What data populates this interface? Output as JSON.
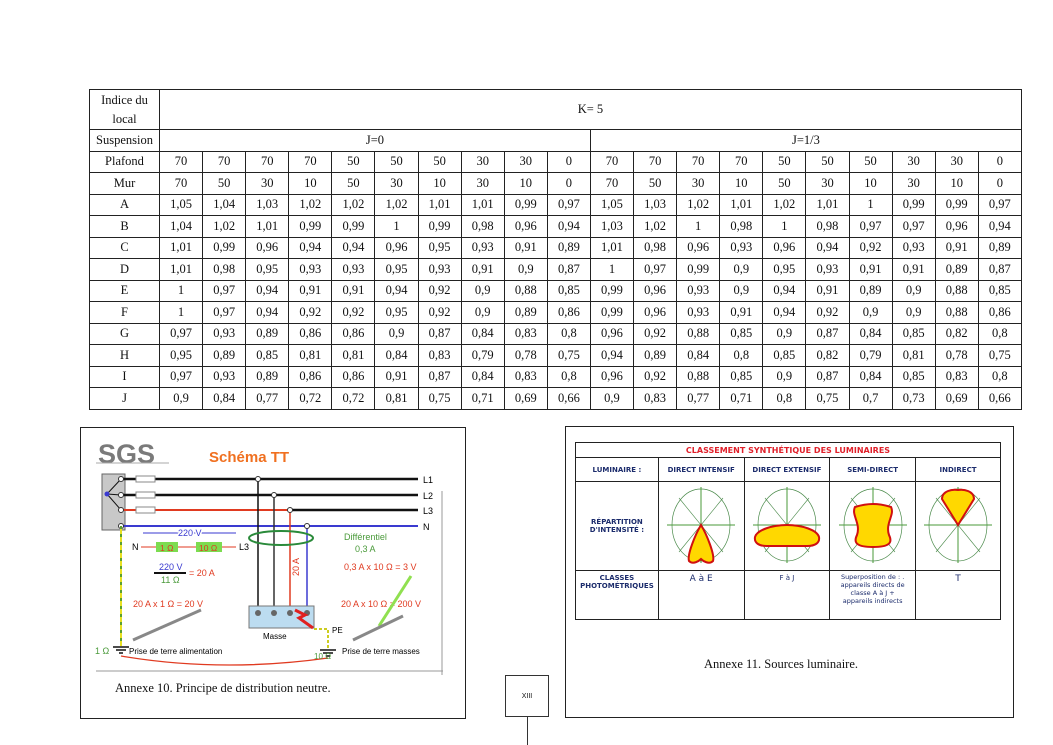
{
  "table": {
    "header_label": "Indice du local",
    "k_label": "K= 5",
    "suspension_label": "Suspension",
    "j0_label": "J=0",
    "j13_label": "J=1/3",
    "plafond_label": "Plafond",
    "mur_label": "Mur",
    "plafond": [
      "70",
      "70",
      "70",
      "70",
      "50",
      "50",
      "50",
      "30",
      "30",
      "0",
      "70",
      "70",
      "70",
      "70",
      "50",
      "50",
      "50",
      "30",
      "30",
      "0"
    ],
    "mur": [
      "70",
      "50",
      "30",
      "10",
      "50",
      "30",
      "10",
      "30",
      "10",
      "0",
      "70",
      "50",
      "30",
      "10",
      "50",
      "30",
      "10",
      "30",
      "10",
      "0"
    ],
    "rows": [
      {
        "label": "A",
        "values": [
          "1,05",
          "1,04",
          "1,03",
          "1,02",
          "1,02",
          "1,02",
          "1,01",
          "1,01",
          "0,99",
          "0,97",
          "1,05",
          "1,03",
          "1,02",
          "1,01",
          "1,02",
          "1,01",
          "1",
          "0,99",
          "0,99",
          "0,97"
        ]
      },
      {
        "label": "B",
        "values": [
          "1,04",
          "1,02",
          "1,01",
          "0,99",
          "0,99",
          "1",
          "0,99",
          "0,98",
          "0,96",
          "0,94",
          "1,03",
          "1,02",
          "1",
          "0,98",
          "1",
          "0,98",
          "0,97",
          "0,97",
          "0,96",
          "0,94"
        ]
      },
      {
        "label": "C",
        "values": [
          "1,01",
          "0,99",
          "0,96",
          "0,94",
          "0,94",
          "0,96",
          "0,95",
          "0,93",
          "0,91",
          "0,89",
          "1,01",
          "0,98",
          "0,96",
          "0,93",
          "0,96",
          "0,94",
          "0,92",
          "0,93",
          "0,91",
          "0,89"
        ]
      },
      {
        "label": "D",
        "values": [
          "1,01",
          "0,98",
          "0,95",
          "0,93",
          "0,93",
          "0,95",
          "0,93",
          "0,91",
          "0,9",
          "0,87",
          "1",
          "0,97",
          "0,99",
          "0,9",
          "0,95",
          "0,93",
          "0,91",
          "0,91",
          "0,89",
          "0,87"
        ]
      },
      {
        "label": "E",
        "values": [
          "1",
          "0,97",
          "0,94",
          "0,91",
          "0,91",
          "0,94",
          "0,92",
          "0,9",
          "0,88",
          "0,85",
          "0,99",
          "0,96",
          "0,93",
          "0,9",
          "0,94",
          "0,91",
          "0,89",
          "0,9",
          "0,88",
          "0,85"
        ]
      },
      {
        "label": "F",
        "values": [
          "1",
          "0,97",
          "0,94",
          "0,92",
          "0,92",
          "0,95",
          "0,92",
          "0,9",
          "0,89",
          "0,86",
          "0,99",
          "0,96",
          "0,93",
          "0,91",
          "0,94",
          "0,92",
          "0,9",
          "0,9",
          "0,88",
          "0,86"
        ]
      },
      {
        "label": "G",
        "values": [
          "0,97",
          "0,93",
          "0,89",
          "0,86",
          "0,86",
          "0,9",
          "0,87",
          "0,84",
          "0,83",
          "0,8",
          "0,96",
          "0,92",
          "0,88",
          "0,85",
          "0,9",
          "0,87",
          "0,84",
          "0,85",
          "0,82",
          "0,8"
        ]
      },
      {
        "label": "H",
        "values": [
          "0,95",
          "0,89",
          "0,85",
          "0,81",
          "0,81",
          "0,84",
          "0,83",
          "0,79",
          "0,78",
          "0,75",
          "0,94",
          "0,89",
          "0,84",
          "0,8",
          "0,85",
          "0,82",
          "0,79",
          "0,81",
          "0,78",
          "0,75"
        ]
      },
      {
        "label": "I",
        "values": [
          "0,97",
          "0,93",
          "0,89",
          "0,86",
          "0,86",
          "0,91",
          "0,87",
          "0,84",
          "0,83",
          "0,8",
          "0,96",
          "0,92",
          "0,88",
          "0,85",
          "0,9",
          "0,87",
          "0,84",
          "0,85",
          "0,83",
          "0,8"
        ]
      },
      {
        "label": "J",
        "values": [
          "0,9",
          "0,84",
          "0,77",
          "0,72",
          "0,72",
          "0,81",
          "0,75",
          "0,71",
          "0,69",
          "0,66",
          "0,9",
          "0,83",
          "0,77",
          "0,71",
          "0,8",
          "0,75",
          "0,7",
          "0,73",
          "0,69",
          "0,66"
        ]
      }
    ]
  },
  "fig10": {
    "logo": "SGS",
    "title": "Schéma TT",
    "l1": "L1",
    "l2": "L2",
    "l3": "L3",
    "n": "N",
    "v220": "220 V",
    "n_small": "N",
    "r1": "1 Ω",
    "r10": "10 Ω",
    "l3_small": "L3",
    "frac_num": "220 V",
    "frac_den": "11 Ω",
    "frac_res": "= 20 A",
    "differentiel": "Différentiel",
    "diff_val": "0,3 A",
    "eq1": "0,3 A x 10 Ω = 3 V",
    "i20": "20 A",
    "eq2": "20 A x 1 Ω = 20 V",
    "eq3": "20 A x 10 Ω = 200 V",
    "masse": "Masse",
    "pe": "PE",
    "r_alim": "1 Ω",
    "terre_alim": "Prise de terre alimentation",
    "r_masses": "10 Ω",
    "terre_masses": "Prise de terre masses",
    "caption": "Annexe 10. Principe de distribution neutre."
  },
  "fig11": {
    "title": "CLASSEMENT SYNTHÉTIQUE DES LUMINAIRES",
    "row_luminaire": "LUMINAIRE :",
    "row_repartition": "RÉPARTITION D'INTENSITÉ :",
    "row_classes": "CLASSES PHOTOMÉTRIQUES",
    "columns": [
      {
        "name": "DIRECT INTENSIF",
        "classes": "A à E"
      },
      {
        "name": "DIRECT EXTENSIF",
        "classes": "F à J"
      },
      {
        "name": "SEMI-DIRECT",
        "classes": "Superposition de : . appareils directs de classe A à J + appareils indirects"
      },
      {
        "name": "INDIRECT",
        "classes": "T"
      }
    ],
    "caption": "Annexe 11. Sources luminaire."
  },
  "page_number": "XIII",
  "colors": {
    "red": "#e03a20",
    "blue": "#3a3ad0",
    "green": "#4a9a3a",
    "orange": "#f07020",
    "yellow": "#ffd800"
  }
}
